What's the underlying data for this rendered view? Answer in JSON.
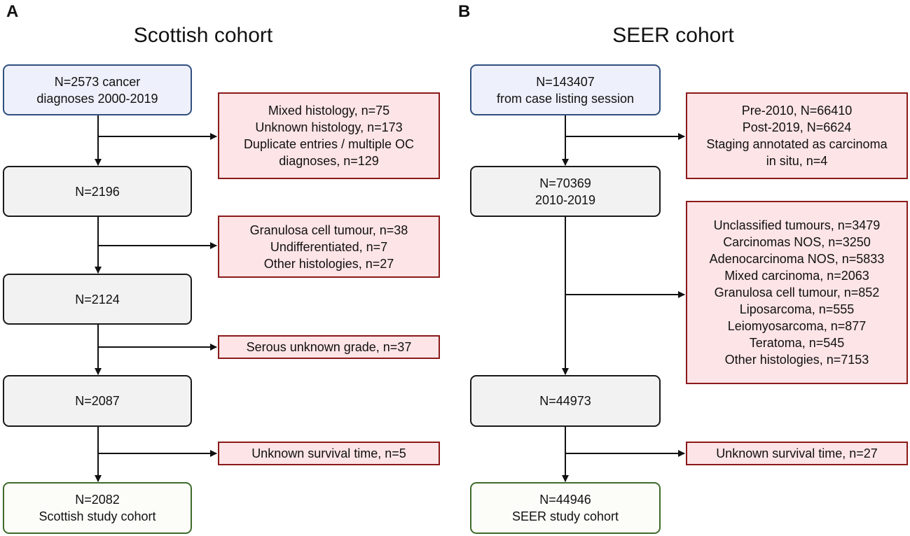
{
  "panels": [
    {
      "letter": "A",
      "title": "Scottish cohort",
      "start": [
        "N=2573 cancer",
        "diagnoses 2000-2019"
      ],
      "steps": [
        "N=2196",
        "N=2124",
        "N=2087"
      ],
      "end": [
        "N=2082",
        "Scottish study cohort"
      ],
      "exclusions": [
        [
          "Mixed histology, n=75",
          "Unknown histology, n=173",
          "Duplicate entries / multiple OC",
          "diagnoses, n=129"
        ],
        [
          "Granulosa cell tumour, n=38",
          "Undifferentiated, n=7",
          "Other histologies, n=27"
        ],
        [
          "Serous unknown grade, n=37"
        ],
        [
          "Unknown survival time, n=5"
        ]
      ]
    },
    {
      "letter": "B",
      "title": "SEER cohort",
      "start": [
        "N=143407",
        "from case listing session"
      ],
      "steps": [
        [
          "N=70369",
          "2010-2019"
        ],
        "N=44973"
      ],
      "end": [
        "N=44946",
        "SEER study cohort"
      ],
      "exclusions": [
        [
          "Pre-2010, N=66410",
          "Post-2019, N=6624",
          "Staging annotated as carcinoma",
          "in situ, n=4"
        ],
        [
          "Unclassified tumours, n=3479",
          "Carcinomas NOS, n=3250",
          "Adenocarcinoma NOS, n=5833",
          "Mixed carcinoma, n=2063",
          "Granulosa cell tumour, n=852",
          "Liposarcoma, n=555",
          "Leiomyosarcoma, n=877",
          "Teratoma, n=545",
          "Other histologies, n=7153"
        ],
        [
          "Unknown survival time, n=27"
        ]
      ]
    }
  ],
  "colors": {
    "start_border": "#2f4f7f",
    "start_fill": "#eef0fb",
    "step_border": "#1a1a1a",
    "step_fill": "#f2f2f2",
    "end_border": "#3e6b2b",
    "end_fill": "#fcfcf8",
    "exclusion_border": "#8b1a1a",
    "exclusion_fill": "#fde4e6"
  }
}
